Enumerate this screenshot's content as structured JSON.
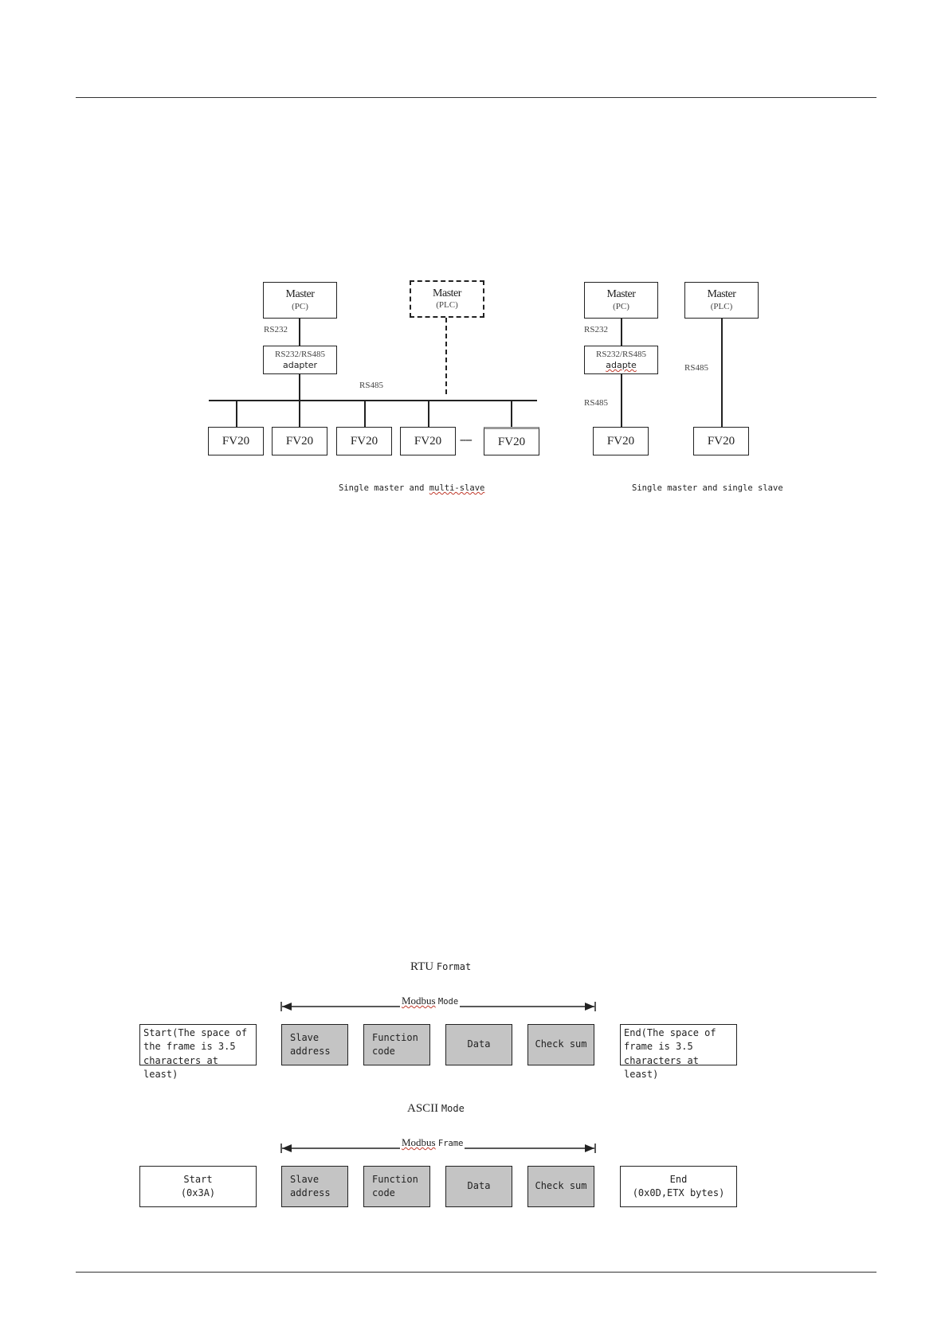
{
  "network": {
    "master_pc_title": "Master",
    "master_pc_sub": "(PC)",
    "master_plc_title": "Master",
    "master_plc_sub": "(PLC)",
    "rs232_label": "RS232",
    "adapter_line1": "RS232/RS485",
    "adapter_line2": "adapter",
    "rs485_label": "RS485",
    "slave_label": "FV20",
    "ellipsis": "----",
    "caption_prefix": "Single master and ",
    "caption_squiggle": "multi-slave",
    "single": {
      "master_pc_title": "Master",
      "master_pc_sub": "(PC)",
      "master_plc_title": "Master",
      "master_plc_sub": "(PLC)",
      "rs232_label": "RS232",
      "adapter_line1": "RS232/RS485",
      "adapter_line2": "adapte",
      "rs485_label_left": "RS485",
      "rs485_label_right": "RS485",
      "slave_label": "FV20",
      "caption": "Single master and single slave"
    }
  },
  "rtu": {
    "title": "RTU",
    "title_suffix": "Format",
    "frame_label": "Modbus",
    "frame_suffix": "Mode",
    "start": "Start(The space of\nthe frame is 3.5\ncharacters at least)",
    "slave": "Slave\naddress",
    "function": "Function\ncode",
    "data": "Data",
    "checksum": "Check sum",
    "end": "End(The space of\nframe is 3.5\ncharacters at least)"
  },
  "ascii": {
    "title": "ASCII",
    "title_suffix": "Mode",
    "frame_label": "Modbus",
    "frame_suffix": "Frame",
    "start": "Start\n(0x3A)",
    "slave": "Slave\naddress",
    "function": "Function\ncode",
    "data": "Data",
    "checksum": "Check sum",
    "end": "End\n(0x0D,ETX bytes)"
  },
  "colors": {
    "field_grey": "#c4c4c4",
    "line": "#222222",
    "squiggle": "#c0392b"
  }
}
